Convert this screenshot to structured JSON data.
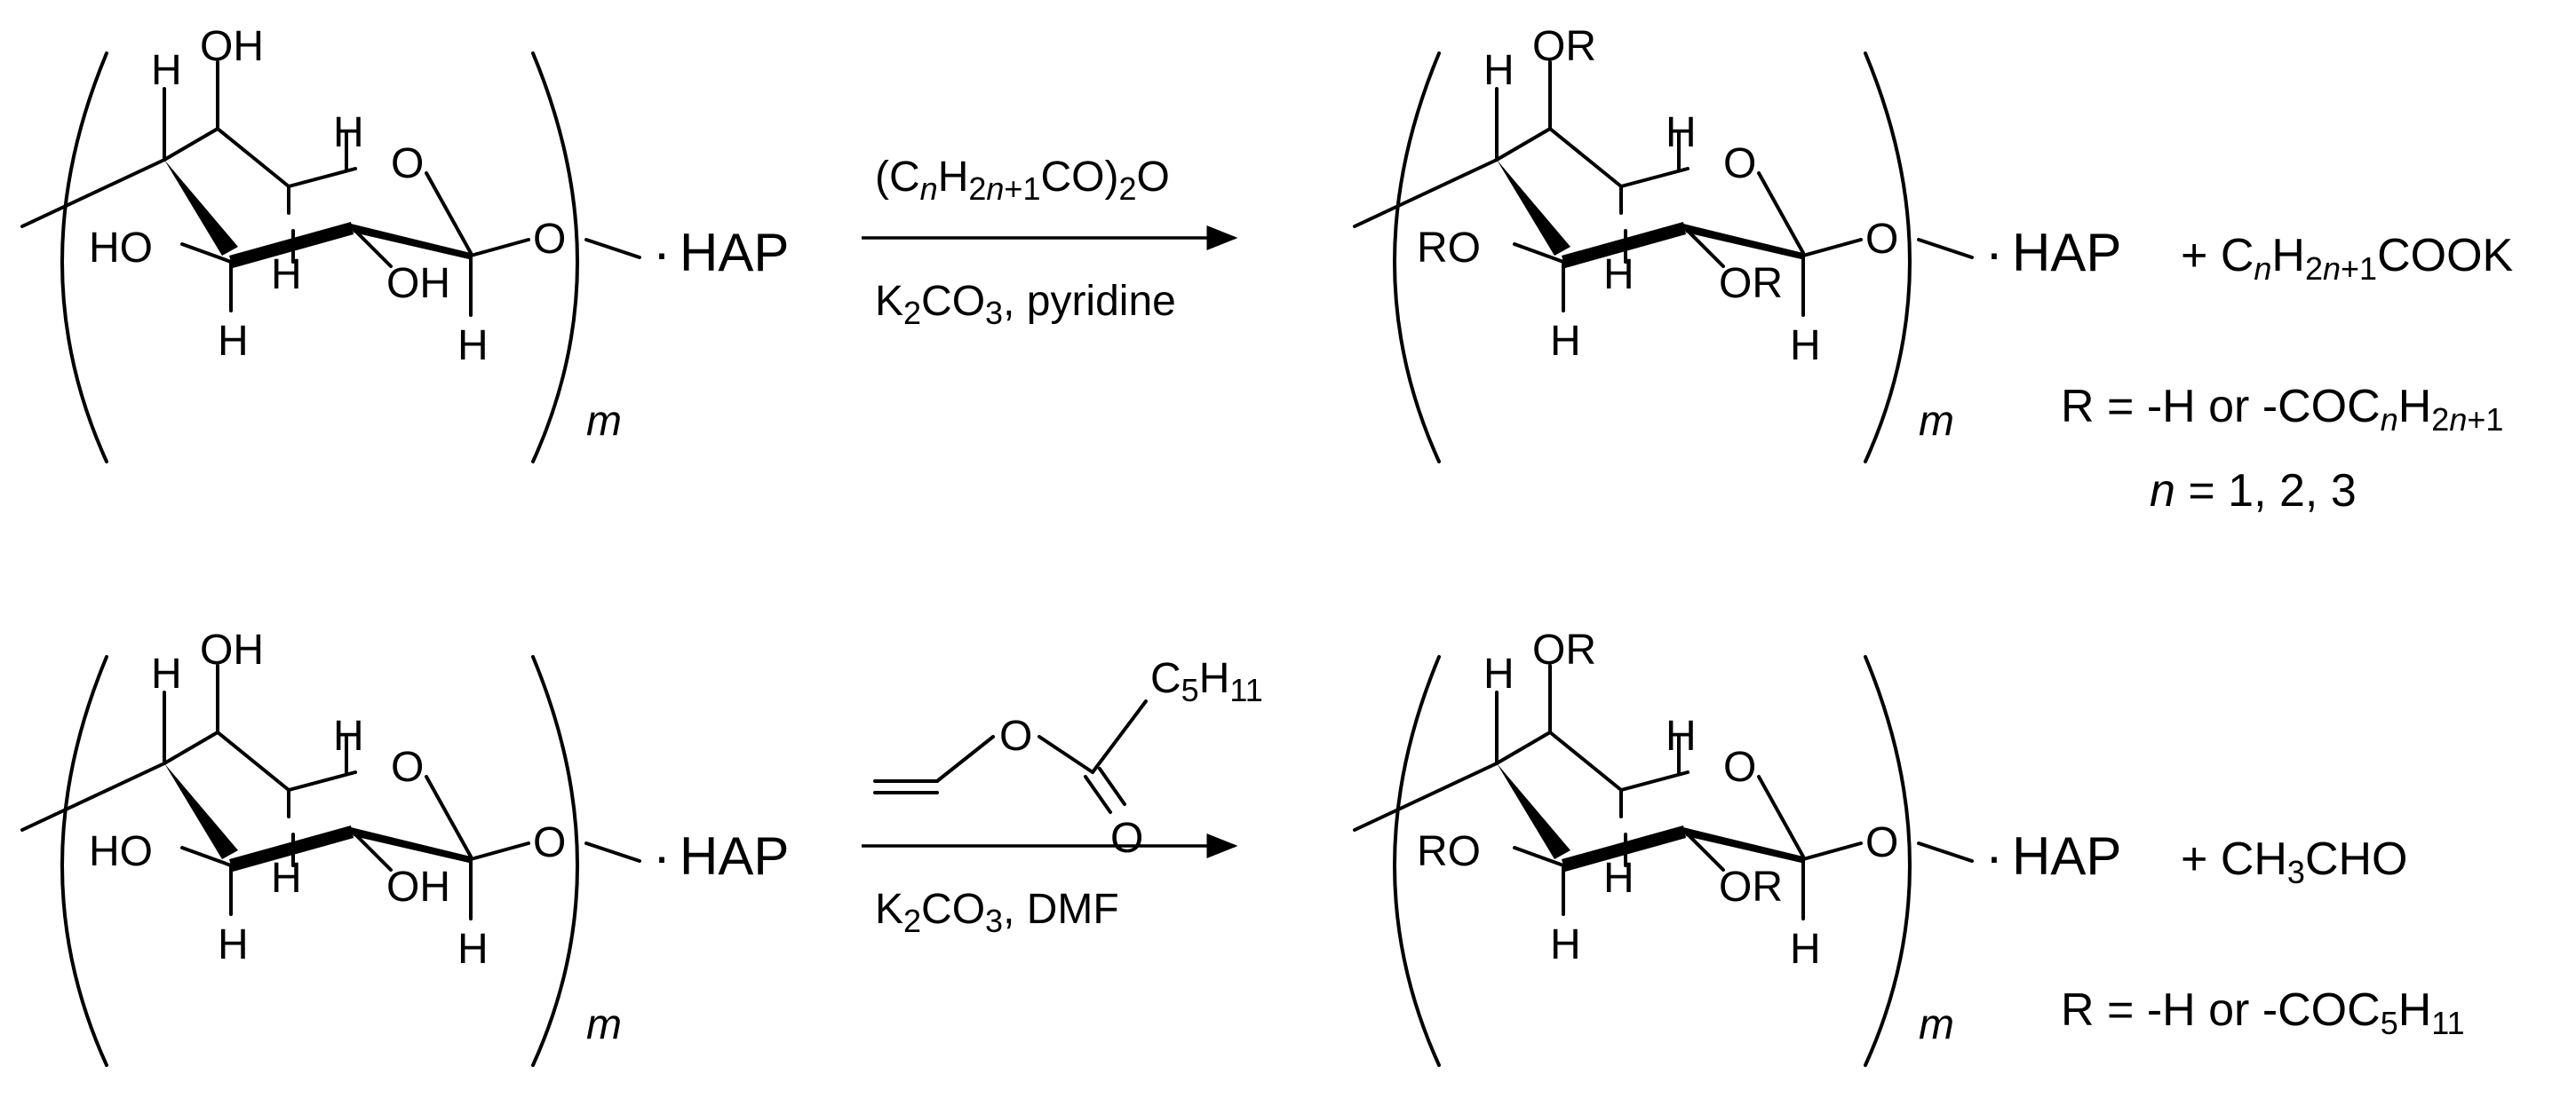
{
  "atoms": {
    "oh": "OH",
    "ho": "HO",
    "h": "H",
    "o": "O",
    "or": "OR",
    "ro": "RO",
    "dot": "·",
    "hap": "HAP",
    "m": "m"
  },
  "reaction1": {
    "reagent": {
      "p1": "(C",
      "n1": "n",
      "p2": "H",
      "s1": "2",
      "s1i": "n",
      "s1b": "+1",
      "p3": "CO)",
      "s2": "2",
      "p4": "O"
    },
    "conditions": {
      "p1": "K",
      "s1": "2",
      "p2": "CO",
      "s2": "3",
      "p3": ", pyridine"
    },
    "byproduct": {
      "p1": "+ C",
      "n1": "n",
      "p2": "H",
      "s1": "2",
      "s1i": "n",
      "s1b": "+1",
      "p3": "COOK"
    },
    "r_def": {
      "p1": "R = -H or -COC",
      "n1": "n",
      "p2": "H",
      "s1": "2",
      "s1i": "n",
      "s1b": "+1"
    },
    "n_def": {
      "n": "n",
      "rest": " = 1, 2, 3"
    }
  },
  "reaction2": {
    "reagent": {
      "o": "O",
      "c5": "C",
      "s5": "5",
      "h": "H",
      "s11": "11",
      "o2": "O"
    },
    "conditions": {
      "p1": "K",
      "s1": "2",
      "p2": "CO",
      "s2": "3",
      "p3": ", DMF"
    },
    "byproduct": {
      "p1": "+ CH",
      "s1": "3",
      "p2": "CHO"
    },
    "r_def": {
      "p1": "R = -H or -COC",
      "s1": "5",
      "p2": "H",
      "s2": "11"
    }
  }
}
